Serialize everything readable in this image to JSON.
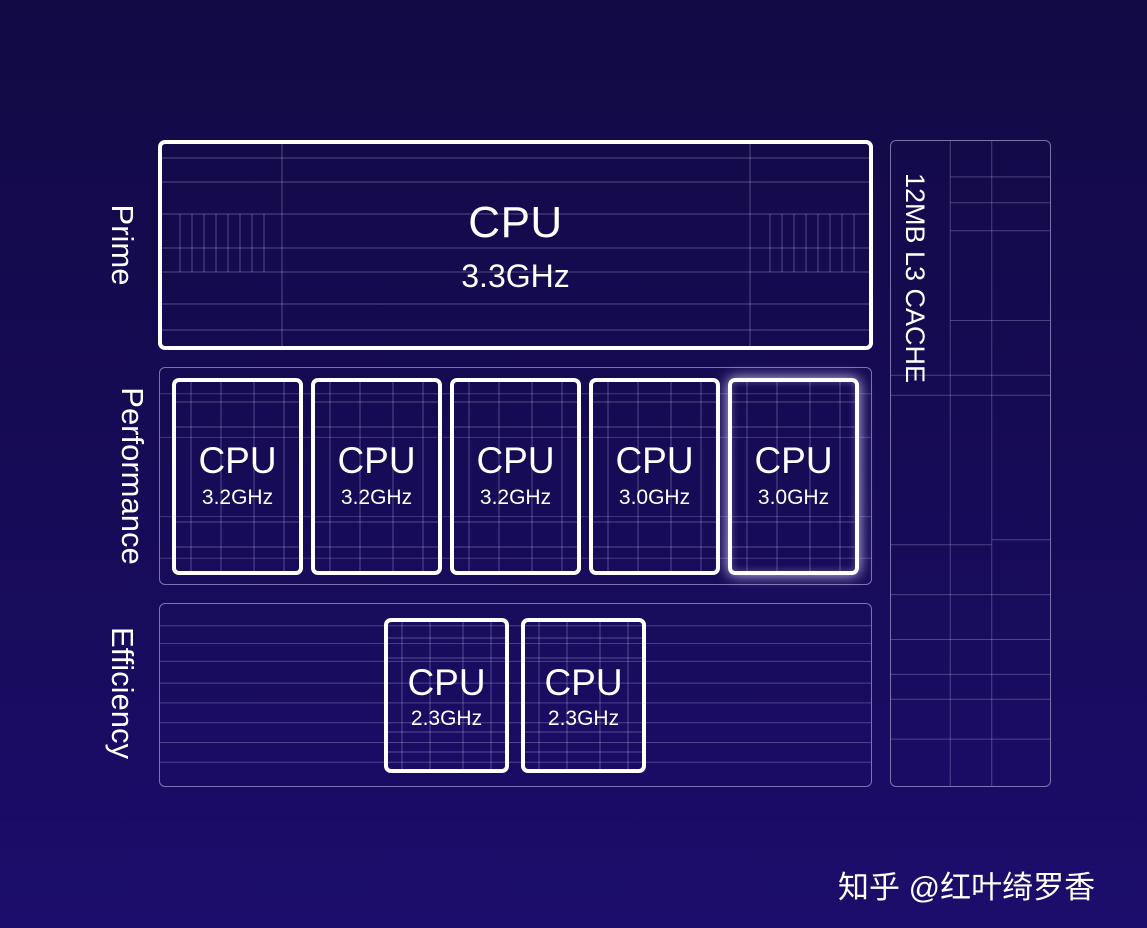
{
  "clusters": {
    "prime": {
      "label": "Prime",
      "core": {
        "name": "CPU",
        "freq": "3.3GHz"
      }
    },
    "performance": {
      "label": "Performance",
      "cores": [
        {
          "name": "CPU",
          "freq": "3.2GHz"
        },
        {
          "name": "CPU",
          "freq": "3.2GHz"
        },
        {
          "name": "CPU",
          "freq": "3.2GHz"
        },
        {
          "name": "CPU",
          "freq": "3.0GHz"
        },
        {
          "name": "CPU",
          "freq": "3.0GHz"
        }
      ]
    },
    "efficiency": {
      "label": "Efficiency",
      "cores": [
        {
          "name": "CPU",
          "freq": "2.3GHz"
        },
        {
          "name": "CPU",
          "freq": "2.3GHz"
        }
      ]
    }
  },
  "cache": {
    "label": "12MB L3 CACHE"
  },
  "watermark": "知乎 @红叶绮罗香",
  "colors": {
    "background": "#160b57",
    "line": "#cdc8f5",
    "text": "#ffffff"
  }
}
